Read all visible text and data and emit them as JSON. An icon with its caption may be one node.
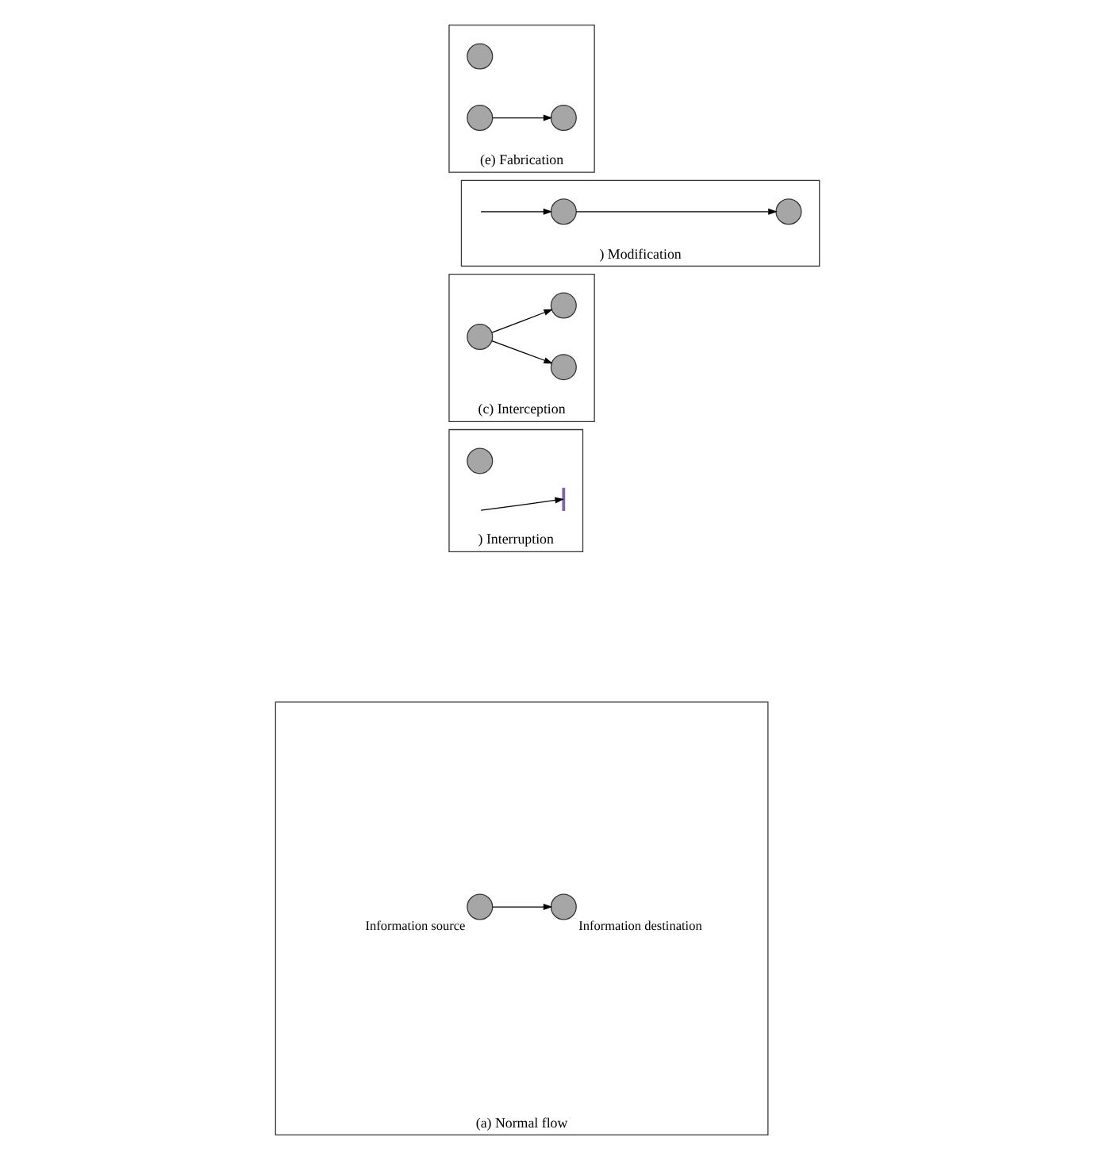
{
  "diagram": {
    "nodes": [
      {
        "text": [
          "(a) Normal flow"
        ]
      },
      {
        "text": [],
        "shape": "circle",
        "beside": [
          "Information source"
        ],
        "in": 0
      },
      {
        "text": [],
        "shape": "circle",
        "beside": [
          "Information destination"
        ],
        "in": 0
      },
      {
        "text": [
          ") Interruption"
        ]
      },
      {
        "text": [],
        "shape": "bar",
        "in": 3
      },
      {
        "text": [],
        "shape": "circle",
        "in": 3
      },
      {
        "text": [
          "(c) Interception"
        ]
      },
      {
        "text": [],
        "shape": "circle",
        "in": 6
      },
      {
        "text": [],
        "shape": "circle",
        "in": 6
      },
      {
        "text": [],
        "shape": "circle",
        "in": 6
      },
      {
        "text": [
          ") Modification"
        ]
      },
      {
        "text": [],
        "shape": "circle",
        "in": 10
      },
      {
        "text": [],
        "shape": "circle",
        "in": 10
      },
      {
        "text": [
          "(e) Fabrication"
        ]
      },
      {
        "text": [],
        "shape": "circle",
        "in": 13
      },
      {
        "text": [],
        "shape": "circle",
        "in": 13
      },
      {
        "text": [],
        "shape": "circle",
        "in": 13
      }
    ],
    "edges": [
      {
        "from": 1,
        "to": 2,
        "arrow": "to"
      },
      {
        "from": null,
        "to": 4,
        "arrow": "to"
      },
      {
        "from": 7,
        "to": 8,
        "arrow": "to"
      },
      {
        "from": 7,
        "to": 9,
        "arrow": "to"
      },
      {
        "from": null,
        "to": 11,
        "arrow": "to"
      },
      {
        "from": 11,
        "to": 12,
        "arrow": "to"
      },
      {
        "from": 15,
        "to": 16,
        "arrow": "to"
      }
    ]
  }
}
